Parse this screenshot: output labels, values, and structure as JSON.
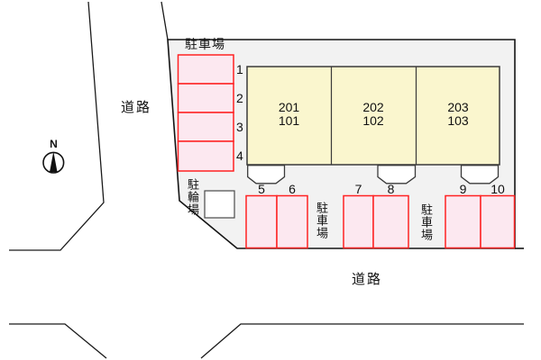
{
  "diagram_type": "site-plan",
  "colors": {
    "property_fill": "#F2F2F2",
    "building_fill": "#FAF6CE",
    "stall_fill": "#FCE8F0",
    "stall_border": "#FF2222",
    "outline": "#1A1A1A"
  },
  "compass": {
    "north_label": "N"
  },
  "roads": {
    "left_label": "道路",
    "bottom_label": "道路"
  },
  "upper_parking": {
    "label": "駐車場",
    "stalls": [
      "1",
      "2",
      "3",
      "4"
    ]
  },
  "bicycle_parking": {
    "label": "駐輪場"
  },
  "lower_parking": {
    "left_area_label": "駐車場",
    "right_area_label": "駐車場",
    "stalls": [
      "5",
      "6",
      "7",
      "8",
      "9",
      "10"
    ]
  },
  "building": {
    "units": [
      {
        "upper": "201",
        "lower": "101"
      },
      {
        "upper": "202",
        "lower": "102"
      },
      {
        "upper": "203",
        "lower": "103"
      }
    ]
  }
}
